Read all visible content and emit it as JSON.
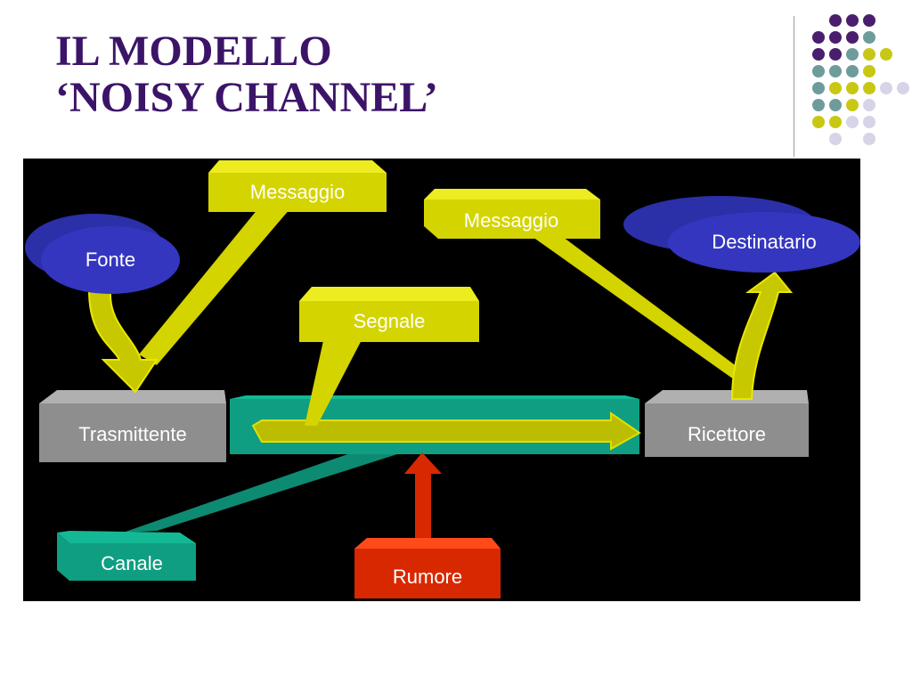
{
  "slide": {
    "title_line1": "IL MODELLO",
    "title_line2": "‘NOISY CHANNEL’"
  },
  "diagram": {
    "source": "Fonte",
    "transmitter": "Trasmittente",
    "message_out": "Messaggio",
    "signal": "Segnale",
    "message_in": "Messaggio",
    "receiver": "Ricettore",
    "destination": "Destinatario",
    "channel": "Canale",
    "noise": "Rumore"
  },
  "colors": {
    "title": "#3b1468",
    "background": "#000000",
    "source_blue": "#2b2fa8",
    "yellow": "#d4d400",
    "gray_box": "#8e8e8e",
    "teal": "#0f9e82",
    "noise_red": "#d82800",
    "dot_purple": "#4a1e6e",
    "dot_teal": "#6e9c9a",
    "dot_yellow": "#c8c814",
    "dot_lavender": "#d6d4e6"
  }
}
